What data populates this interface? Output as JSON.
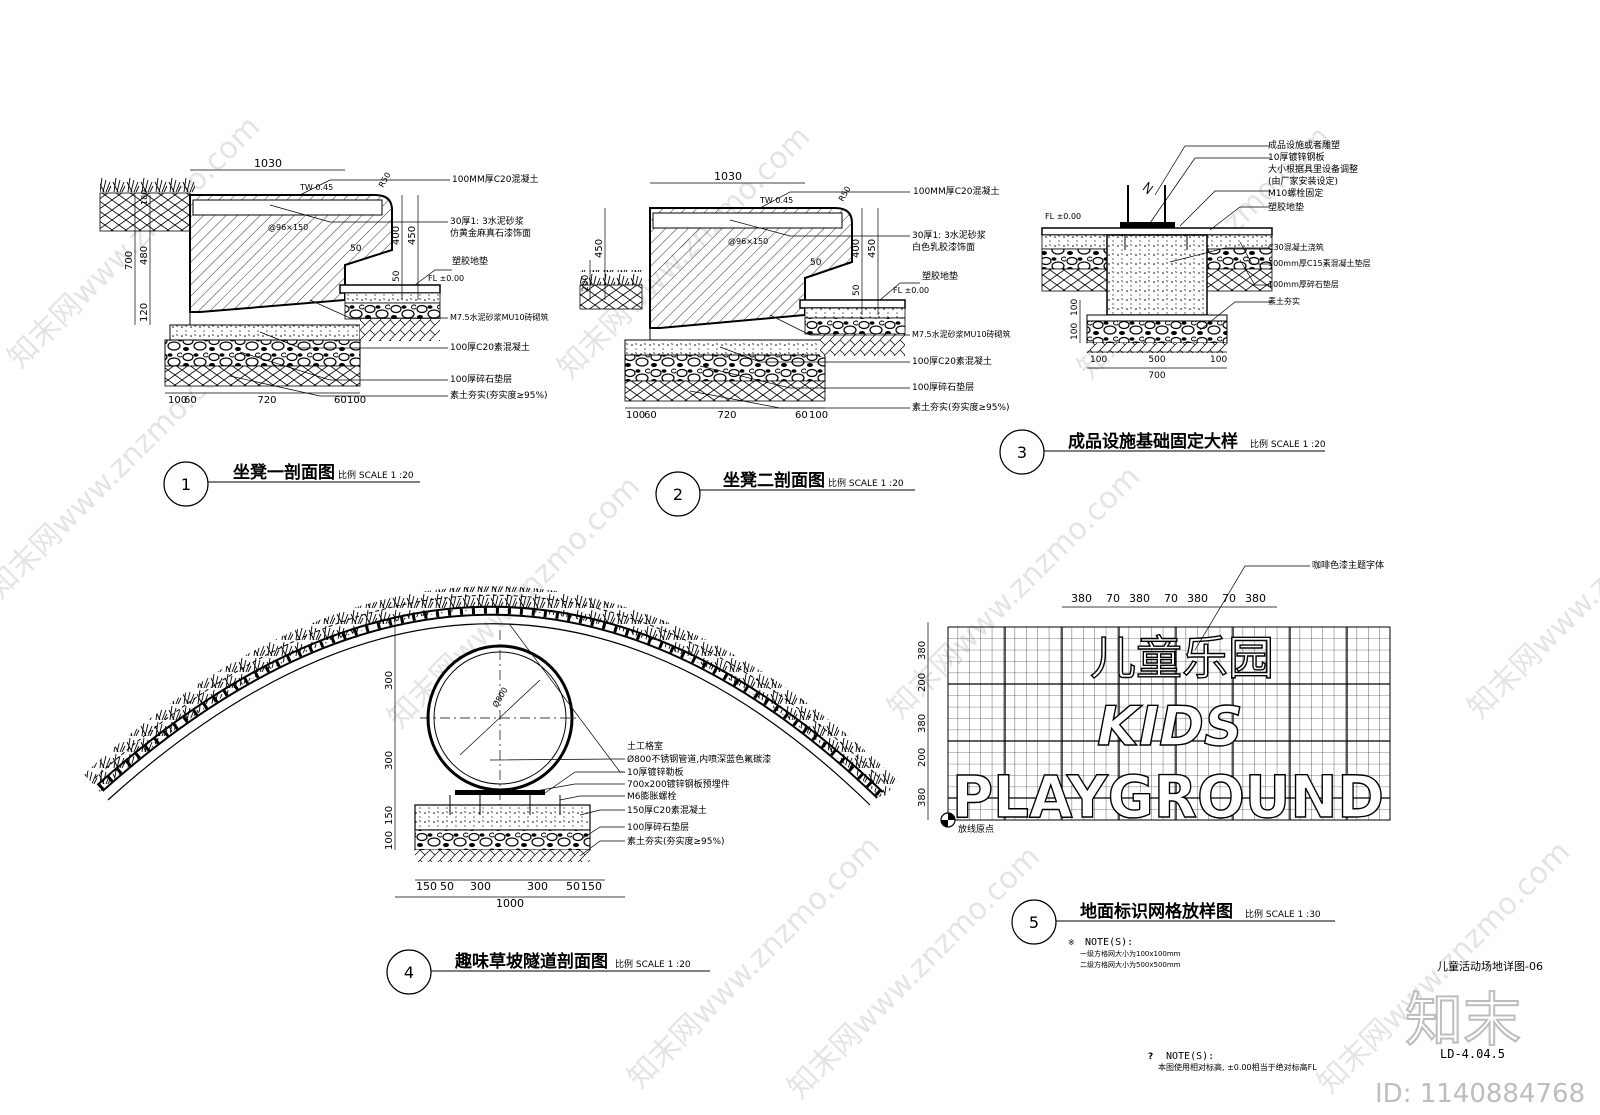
{
  "watermark": {
    "text": "知末网www.znzmo.com",
    "logo": "知末",
    "id_label": "ID: 1140884768"
  },
  "sheet": {
    "name": "儿童活动场地详图-06",
    "number": "LD-4.04.5"
  },
  "note_main": {
    "prefix": "?",
    "title": "NOTE(S):",
    "body": "本图使用相对标高, ±0.00相当于绝对标高FL"
  },
  "detail1": {
    "number": "1",
    "title": "坐凳一剖面图",
    "scale": "比例 SCALE 1 :20",
    "dims": {
      "top": "1030",
      "tw": "TW 0.45",
      "r": "R50",
      "d180": "180",
      "d700": "700",
      "d480": "480",
      "d120": "120",
      "d400": "400",
      "d450": "450",
      "d50a": "50",
      "d50b": "50",
      "grid": "@96×150",
      "b100": "100",
      "b60": "60",
      "b720": "720",
      "b60b": "60",
      "b100b": "100",
      "fl": "FL ±0.00"
    },
    "labels": [
      "100MM厚C20混凝土",
      "30厚1: 3水泥砂浆",
      "仿黄金麻真石漆饰面",
      "塑胶地垫",
      "M7.5水泥砂浆MU10砖砌筑",
      "100厚C20素混凝土",
      "100厚碎石垫层",
      "素土夯实(夯实度≥95%)"
    ]
  },
  "detail2": {
    "number": "2",
    "title": "坐凳二剖面图",
    "scale": "比例 SCALE 1 :20",
    "dims": {
      "top": "1030",
      "tw": "TW 0.45",
      "r": "R50",
      "d450": "450",
      "d200": "200",
      "d400": "400",
      "d450b": "450",
      "d50a": "50",
      "d50b": "50",
      "grid": "@96×150",
      "b100": "100",
      "b60": "60",
      "b720": "720",
      "b60b": "60",
      "b100b": "100",
      "fl": "FL ±0.00"
    },
    "labels": [
      "100MM厚C20混凝土",
      "30厚1: 3水泥砂浆",
      "白色乳胶漆饰面",
      "塑胶地垫",
      "M7.5水泥砂浆MU10砖砌筑",
      "100厚C20素混凝土",
      "100厚碎石垫层",
      "素土夯实(夯实度≥95%)"
    ]
  },
  "detail3": {
    "number": "3",
    "title": "成品设施基础固定大样",
    "scale": "比例 SCALE 1 :20",
    "dims": {
      "fl": "FL ±0.00",
      "v100a": "100",
      "v100b": "100",
      "b100": "100",
      "b500": "500",
      "b100b": "100",
      "b700": "700"
    },
    "labels": [
      "成品设施或者雕塑",
      "10厚镀锌钢板",
      "大小根据具里设备调整",
      "(由厂家安装设定)",
      "M10螺栓固定",
      "塑胶地垫",
      "C30混凝土浇筑",
      "100mm厚C15素混凝土垫层",
      "100mm厚碎石垫层",
      "素土夯实"
    ]
  },
  "detail4": {
    "number": "4",
    "title": "趣味草坡隧道剖面图",
    "scale": "比例 SCALE 1 :20",
    "dims": {
      "v300a": "300",
      "v300b": "300",
      "v150": "150",
      "v100": "100",
      "d800": "Ø800",
      "b150": "150",
      "b50": "50",
      "b300": "300",
      "b300b": "300",
      "b50b": "50",
      "b150b": "150",
      "b1000": "1000"
    },
    "labels": [
      "土工格室",
      "Ø800不锈钢管道,内喷深蓝色氟碳漆",
      "10厚镀锌勒板",
      "700x200镀锌钢板预埋件",
      "M6膨胀螺栓",
      "150厚C20素混凝土",
      "100厚碎石垫层",
      "素土夯实(夯实度≥95%)"
    ]
  },
  "detail5": {
    "number": "5",
    "title": "地面标识网格放样图",
    "scale": "比例 SCALE 1 :30",
    "top_dims": [
      "380",
      "70",
      "380",
      "70",
      "380",
      "70",
      "380"
    ],
    "side_dims": [
      "380",
      "200",
      "380",
      "200",
      "380"
    ],
    "text_line1": "儿童乐园",
    "text_line2": "KIDS",
    "text_line3": "PLAYGROUND",
    "label_font": "咖啡色漆主题字体",
    "origin": "放线原点",
    "note_title": "NOTE(S):",
    "note_prefix": "※",
    "notes": [
      "一级方格网大小为100x100mm",
      "二级方格网大小为500x500mm"
    ]
  }
}
